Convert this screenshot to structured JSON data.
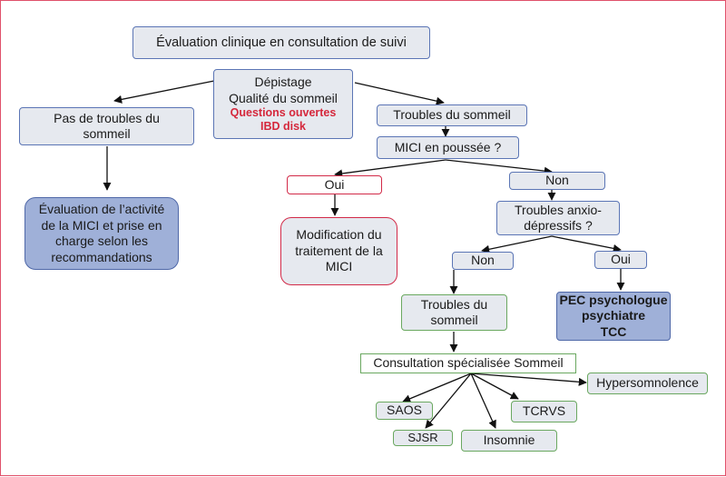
{
  "nodes": {
    "eval_clinique": "Évaluation clinique en consultation de suivi",
    "depistage": {
      "line1": "Dépistage",
      "line2": "Qualité du sommeil",
      "line3": "Questions ouvertes",
      "line4": "IBD disk"
    },
    "pas_troubles": "Pas de troubles du sommeil",
    "evaluation_activite": "Évaluation de l’activité de la MICI et prise en charge selon les recommandations",
    "troubles_sommeil": "Troubles du sommeil",
    "mici_poussee": "MICI en poussée ?",
    "oui_1": "Oui",
    "non_1": "Non",
    "modification": "Modification du traitement de la MICI",
    "troubles_anxio": "Troubles anxio-dépressifs ?",
    "non_2": "Non",
    "oui_2": "Oui",
    "troubles_sommeil_2": "Troubles du sommeil",
    "pec": {
      "line1": "PEC psychologue",
      "line2": "psychiatre",
      "line3": "TCC"
    },
    "consultation_sommeil": "Consultation spécialisée Sommeil",
    "hypersomnolence": "Hypersomnolence",
    "saos": "SAOS",
    "tcrvs": "TCRVS",
    "sjsr": "SJSR",
    "insomnie": "Insomnie"
  },
  "colors": {
    "frame_border": "#e0506a",
    "box_fill": "#e6e9ef",
    "blue_border": "#5b75b5",
    "green_border": "#6aa860",
    "red_border": "#d22a48",
    "highlight_fill": "#9fb0d8",
    "red_text": "#d5283c",
    "arrow": "#111111"
  }
}
